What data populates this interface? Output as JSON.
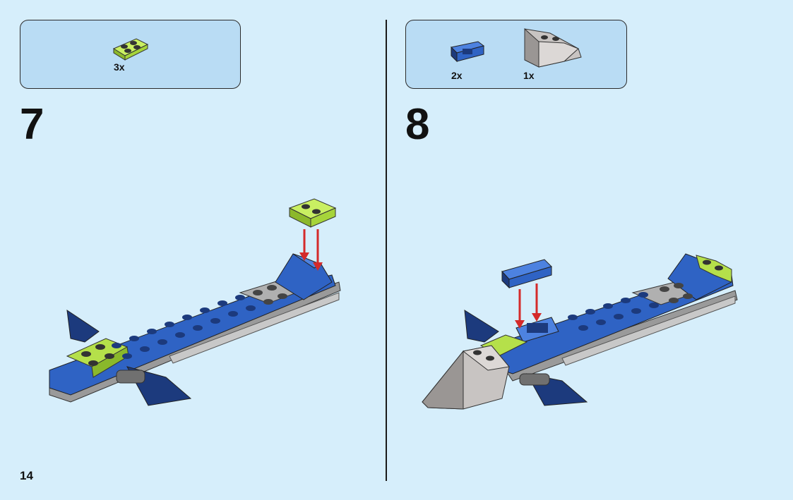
{
  "page": {
    "number": "14"
  },
  "steps": [
    {
      "number": "7",
      "parts": [
        {
          "icon": "lime-plate-1x2-icon",
          "quantity": "3x"
        }
      ]
    },
    {
      "number": "8",
      "parts": [
        {
          "icon": "blue-clip-bar-icon",
          "quantity": "2x"
        },
        {
          "icon": "gray-nose-cone-icon",
          "quantity": "1x"
        }
      ]
    }
  ],
  "colors": {
    "background": "#d6eefb",
    "parts_box": "#b9dcf4",
    "brick_blue": "#2f63c4",
    "brick_dark_blue": "#1c3a7d",
    "brick_lime": "#b5e04a",
    "brick_gray": "#a7a7a7",
    "arrow_red": "#d42a2a"
  }
}
